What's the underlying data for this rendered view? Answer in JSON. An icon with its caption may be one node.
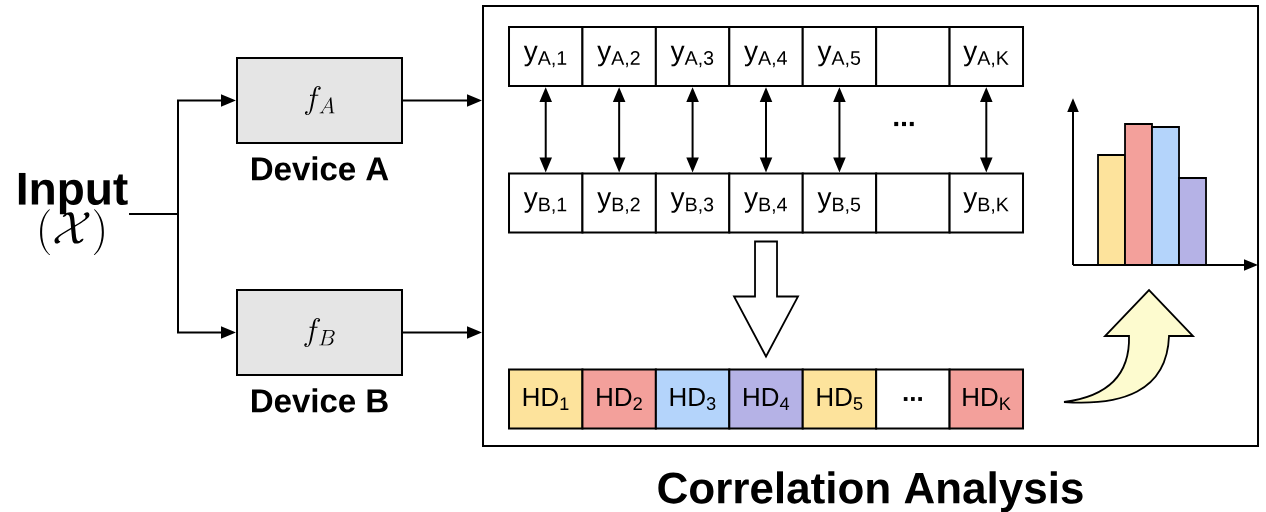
{
  "diagram": {
    "nodes": [
      {
        "text": [
          "Input",
          "(\\mathcal{X})"
        ]
      },
      {
        "text": [
          "f_A",
          "Device A"
        ]
      },
      {
        "text": [
          "f_B",
          "Device B"
        ]
      },
      {
        "text": [
          "Correlation Analysis"
        ]
      },
      {
        "text": [
          "y$_{A,1}$"
        ],
        "in": 3
      },
      {
        "text": [
          "y$_{A,2}$"
        ],
        "in": 3
      },
      {
        "text": [
          "y$_{A,3}$"
        ],
        "in": 3
      },
      {
        "text": [
          "y$_{A,4}$"
        ],
        "in": 3
      },
      {
        "text": [
          "y$_{A,5}$"
        ],
        "in": 3
      },
      {
        "text": [],
        "shape": "box",
        "in": 3
      },
      {
        "text": [
          "y$_{A,K}$"
        ],
        "in": 3
      },
      {
        "text": [
          "y$_{B,1}$"
        ],
        "in": 3
      },
      {
        "text": [
          "y$_{B,2}$"
        ],
        "in": 3
      },
      {
        "text": [
          "y$_{B,3}$"
        ],
        "in": 3
      },
      {
        "text": [
          "y$_{B,4}$"
        ],
        "in": 3
      },
      {
        "text": [
          "y$_{B,5}$"
        ],
        "in": 3
      },
      {
        "text": [],
        "shape": "box",
        "in": 3
      },
      {
        "text": [
          "y$_{B,K}$"
        ],
        "in": 3
      },
      {
        "text": [
          "HD$_{1}$"
        ],
        "in": 3
      },
      {
        "text": [
          "HD$_{2}$"
        ],
        "in": 3
      },
      {
        "text": [
          "HD$_{3}$"
        ],
        "in": 3
      },
      {
        "text": [
          "HD$_{4}$"
        ],
        "in": 3
      },
      {
        "text": [
          "HD$_{5}$"
        ],
        "in": 3
      },
      {
        "text": [
          "..."
        ],
        "in": 3
      },
      {
        "text": [
          "HD$_{K}$"
        ],
        "in": 3
      },
      {
        "text": [],
        "shape": "picture",
        "in": 3
      }
    ],
    "edges": [
      {
        "from": 0,
        "to": 1,
        "arrow": "to"
      },
      {
        "from": 0,
        "to": 2,
        "arrow": "to"
      },
      {
        "from": 1,
        "to": 3,
        "arrow": "to"
      },
      {
        "from": 2,
        "to": 3,
        "arrow": "to"
      },
      {
        "from": 4,
        "to": 11,
        "arrow": "both"
      },
      {
        "from": 5,
        "to": 12,
        "arrow": "both"
      },
      {
        "from": 6,
        "to": 13,
        "arrow": "both"
      },
      {
        "from": 7,
        "to": 14,
        "arrow": "both"
      },
      {
        "from": 8,
        "to": 15,
        "arrow": "both"
      },
      {
        "from": 10,
        "to": 17,
        "arrow": "both"
      },
      {
        "from": 14,
        "to": 21,
        "arrow": "to"
      },
      {
        "from": 24,
        "to": 25,
        "arrow": "to"
      }
    ],
    "labels": [
      "..."
    ]
  }
}
